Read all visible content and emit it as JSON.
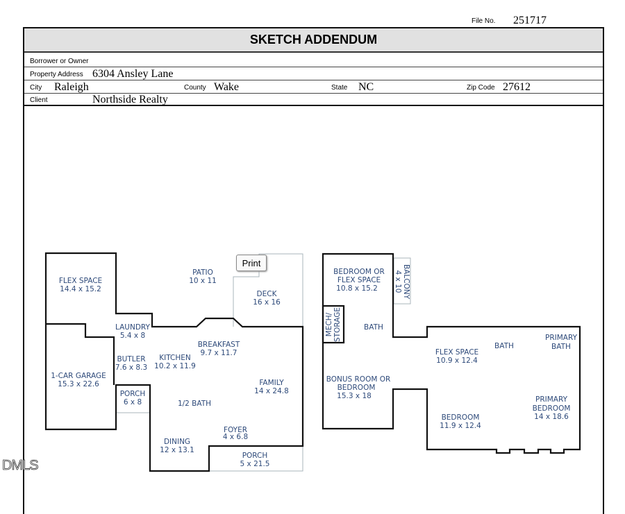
{
  "header": {
    "file_no_label": "File No.",
    "file_no": "251717",
    "title": "SKETCH ADDENDUM"
  },
  "form": {
    "borrower_label": "Borrower or Owner",
    "borrower": "",
    "address_label": "Property Address",
    "address": "6304 Ansley Lane",
    "city_label": "City",
    "city": "Raleigh",
    "county_label": "County",
    "county": "Wake",
    "state_label": "State",
    "state": "NC",
    "zip_label": "Zip Code",
    "zip": "27612",
    "client_label": "Client",
    "client": "Northside Realty"
  },
  "print_button": "Print",
  "watermark": "DMLS",
  "rooms": {
    "flex1": [
      "FLEX SPACE",
      "14.4 x 15.2"
    ],
    "garage": [
      "1-CAR GARAGE",
      "15.3 x 22.6"
    ],
    "laundry": [
      "LAUNDRY",
      "5.4 x 8"
    ],
    "butler": [
      "BUTLER",
      "7.6 x 8.3"
    ],
    "kitchen": [
      "KITCHEN",
      "10.2 x 11.9"
    ],
    "breakfast": [
      "BREAKFAST",
      "9.7 x 11.7"
    ],
    "patio": [
      "PATIO",
      "10 x 11"
    ],
    "deck": [
      "DECK",
      "16 x 16"
    ],
    "family": [
      "FAMILY",
      "14 x 24.8"
    ],
    "porch1": [
      "PORCH",
      "6 x 8"
    ],
    "halfbath": [
      "1/2 BATH"
    ],
    "foyer": [
      "FOYER",
      "4 x 6.8"
    ],
    "dining": [
      "DINING",
      "12 x 13.1"
    ],
    "porch2": [
      "PORCH",
      "5 x 21.5"
    ],
    "bedflex": [
      "BEDROOM OR",
      "FLEX SPACE",
      "10.8 x 15.2"
    ],
    "balcony": [
      "BALCONY",
      "4 x 10"
    ],
    "mech": [
      "MECH/",
      "STORAGE"
    ],
    "bath1": [
      "BATH"
    ],
    "bonus": [
      "BONUS ROOM OR",
      "BEDROOM",
      "15.3 x 18"
    ],
    "flex2": [
      "FLEX SPACE",
      "10.9 x 12.4"
    ],
    "bath2": [
      "BATH"
    ],
    "pbath": [
      "PRIMARY",
      "BATH"
    ],
    "pbed": [
      "PRIMARY",
      "BEDROOM",
      "14 x 18.6"
    ],
    "bedroom": [
      "BEDROOM",
      "11.9 x 12.4"
    ]
  }
}
